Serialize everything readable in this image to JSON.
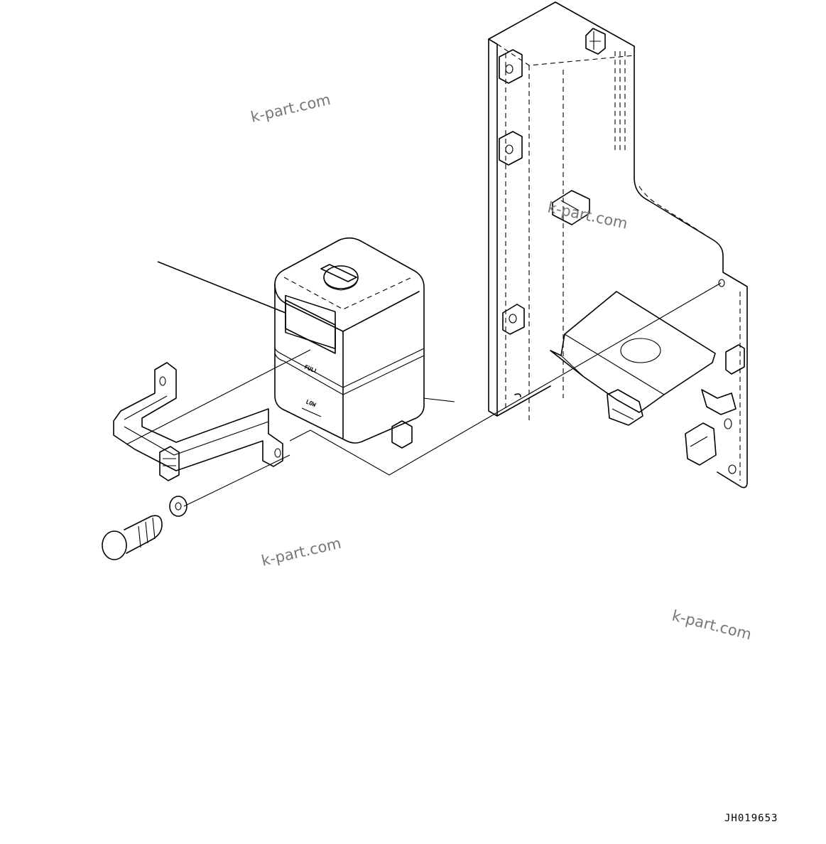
{
  "drawing": {
    "code": "JH019653",
    "watermarks": [
      "k-part.com",
      "k-part.com",
      "k-part.com",
      "k-part.com"
    ],
    "tank_labels": {
      "full": "FULL",
      "low": "LOW"
    }
  }
}
